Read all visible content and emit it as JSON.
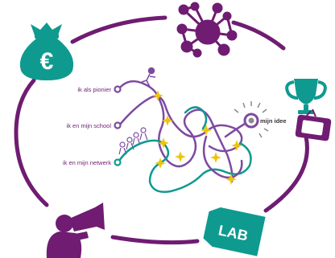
{
  "colors": {
    "purple": "#6f1c72",
    "violet": "#7d4aa0",
    "teal": "#0f9a90",
    "gold": "#f0c40d",
    "gray": "#8a8a8a"
  },
  "paths": [
    {
      "label": "ik als pionier"
    },
    {
      "label": "ik en mijn school"
    },
    {
      "label": "ik en mijn netwerk"
    }
  ],
  "goal": {
    "label": "mijn idee"
  },
  "icons": {
    "money": {
      "name": "money-bag-icon",
      "symbol": "€"
    },
    "network": {
      "name": "network-molecule-icon"
    },
    "trophy": {
      "name": "trophy-icon"
    },
    "tv": {
      "name": "tv-icon"
    },
    "lab": {
      "name": "lab-tag-icon",
      "label": "LAB"
    },
    "megaphone": {
      "name": "megaphone-person-icon"
    },
    "pioneer": {
      "name": "pioneer-figure-icon"
    },
    "group": {
      "name": "people-group-icon"
    },
    "bulb": {
      "name": "idea-glow-icon"
    }
  }
}
